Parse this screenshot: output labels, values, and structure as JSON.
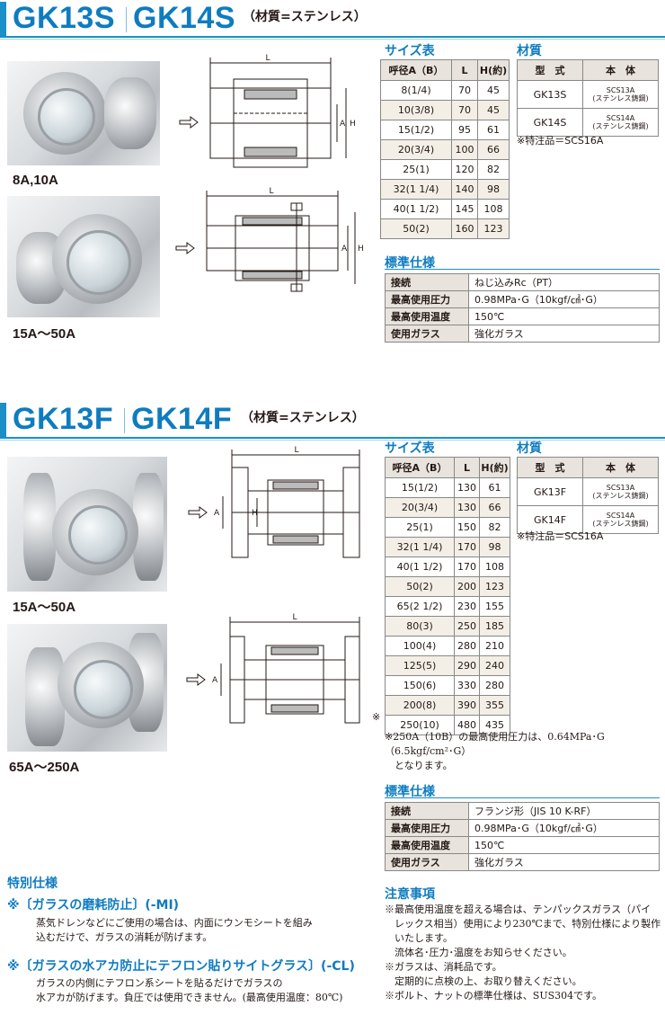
{
  "s": {
    "models": [
      "GK13S",
      "GK14S"
    ],
    "material_note": "（材質=ステンレス）",
    "photo_labels": [
      "8A,10A",
      "15A～50A"
    ],
    "drawing_labels": {
      "L": "L",
      "A": "A",
      "H": "H"
    },
    "size_title": "サイズ表",
    "size_headers": [
      "呼径A（B）",
      "L",
      "H(約)"
    ],
    "size_rows": [
      [
        "8(1/4)",
        "70",
        "45"
      ],
      [
        "10(3/8)",
        "70",
        "45"
      ],
      [
        "15(1/2)",
        "95",
        "61"
      ],
      [
        "20(3/4)",
        "100",
        "66"
      ],
      [
        "25(1)",
        "120",
        "82"
      ],
      [
        "32(1 1/4)",
        "140",
        "98"
      ],
      [
        "40(1 1/2)",
        "145",
        "108"
      ],
      [
        "50(2)",
        "160",
        "123"
      ]
    ],
    "mat_title": "材質",
    "mat_headers": [
      "型　式",
      "本　体"
    ],
    "mat_rows": [
      [
        "GK13S",
        "SCS13A",
        "(ステンレス鋳鋼)"
      ],
      [
        "GK14S",
        "SCS14A",
        "(ステンレス鋳鋼)"
      ]
    ],
    "special_note": "※特注品＝SCS16A",
    "spec_title": "標準仕様",
    "spec_rows": [
      [
        "接続",
        "ねじ込みRc（PT）"
      ],
      [
        "最高使用圧力",
        "0.98MPa･G（10kgf/㎠･G）"
      ],
      [
        "最高使用温度",
        "150℃"
      ],
      [
        "使用ガラス",
        "強化ガラス"
      ]
    ]
  },
  "f": {
    "models": [
      "GK13F",
      "GK14F"
    ],
    "material_note": "（材質=ステンレス）",
    "photo_labels": [
      "15A～50A",
      "65A～250A"
    ],
    "size_title": "サイズ表",
    "size_headers": [
      "呼径A（B）",
      "L",
      "H(約)"
    ],
    "size_rows": [
      [
        "15(1/2)",
        "130",
        "61"
      ],
      [
        "20(3/4)",
        "130",
        "66"
      ],
      [
        "25(1)",
        "150",
        "82"
      ],
      [
        "32(1 1/4)",
        "170",
        "98"
      ],
      [
        "40(1 1/2)",
        "170",
        "108"
      ],
      [
        "50(2)",
        "200",
        "123"
      ],
      [
        "65(2 1/2)",
        "230",
        "155"
      ],
      [
        "80(3)",
        "250",
        "185"
      ],
      [
        "100(4)",
        "280",
        "210"
      ],
      [
        "125(5)",
        "290",
        "240"
      ],
      [
        "150(6)",
        "330",
        "280"
      ],
      [
        "200(8)",
        "390",
        "355"
      ],
      [
        "250(10)",
        "480",
        "435"
      ]
    ],
    "row_mark": "※",
    "footnote_lines": [
      "※250A（10B）の最高使用圧力は、0.64MPa･G（6.5kgf/cm²･G）",
      "　となります。"
    ],
    "mat_title": "材質",
    "mat_headers": [
      "型　式",
      "本　体"
    ],
    "mat_rows": [
      [
        "GK13F",
        "SCS13A",
        "(ステンレス鋳鋼)"
      ],
      [
        "GK14F",
        "SCS14A",
        "(ステンレス鋳鋼)"
      ]
    ],
    "special_note": "※特注品＝SCS16A",
    "spec_title": "標準仕様",
    "spec_rows": [
      [
        "接続",
        "フランジ形（JIS 10 K-RF）"
      ],
      [
        "最高使用圧力",
        "0.98MPa･G（10kgf/㎠･G）"
      ],
      [
        "最高使用温度",
        "150℃"
      ],
      [
        "使用ガラス",
        "強化ガラス"
      ]
    ]
  },
  "special": {
    "title": "特別仕様",
    "items": [
      {
        "head": "※〔ガラスの磨耗防止〕(-MI)",
        "lines": [
          "蒸気ドレンなどにご使用の場合は、内面にウンモシートを組み",
          "込むだけで、ガラスの消耗が防げます。"
        ]
      },
      {
        "head": "※〔ガラスの水アカ防止にテフロン貼りサイトグラス〕(-CL)",
        "lines": [
          "ガラスの内側にテフロン系シートを貼るだけでガラスの",
          "水アカが防げます。負圧では使用できません。(最高使用温度：80℃)"
        ]
      }
    ]
  },
  "caution": {
    "title": "注意事項",
    "lines": [
      "※最高使用温度を超える場合は、テンパックスガラス（パイ",
      "　レックス相当）使用により230℃まで、特別仕様により製作",
      "　いたします。",
      "　流体名･圧力･温度をお知らせください。",
      "※ガラスは、消耗品です。",
      "　定期的に点検の上、お取り替えください。",
      "※ボルト、ナットの標準仕様は、SUS304です。"
    ]
  }
}
